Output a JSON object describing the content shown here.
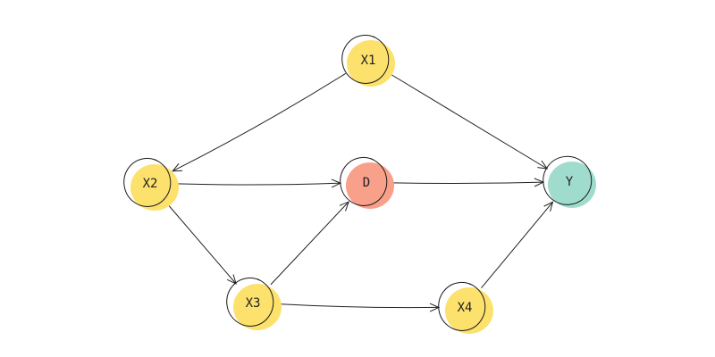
{
  "nodes": [
    {
      "id": "X1",
      "label": "X1",
      "color": "#fde16d"
    },
    {
      "id": "X2",
      "label": "X2",
      "color": "#fde16d"
    },
    {
      "id": "D",
      "label": "D",
      "color": "#f8a08a"
    },
    {
      "id": "X3",
      "label": "X3",
      "color": "#fde16d"
    },
    {
      "id": "X4",
      "label": "X4",
      "color": "#fde16d"
    },
    {
      "id": "Y",
      "label": "Y",
      "color": "#a0dccd"
    }
  ],
  "edges": [
    {
      "from": "X1",
      "to": "X2"
    },
    {
      "from": "X1",
      "to": "Y"
    },
    {
      "from": "X2",
      "to": "D"
    },
    {
      "from": "X2",
      "to": "X3"
    },
    {
      "from": "X3",
      "to": "D"
    },
    {
      "from": "X3",
      "to": "X4"
    },
    {
      "from": "D",
      "to": "Y"
    },
    {
      "from": "X4",
      "to": "Y"
    }
  ]
}
